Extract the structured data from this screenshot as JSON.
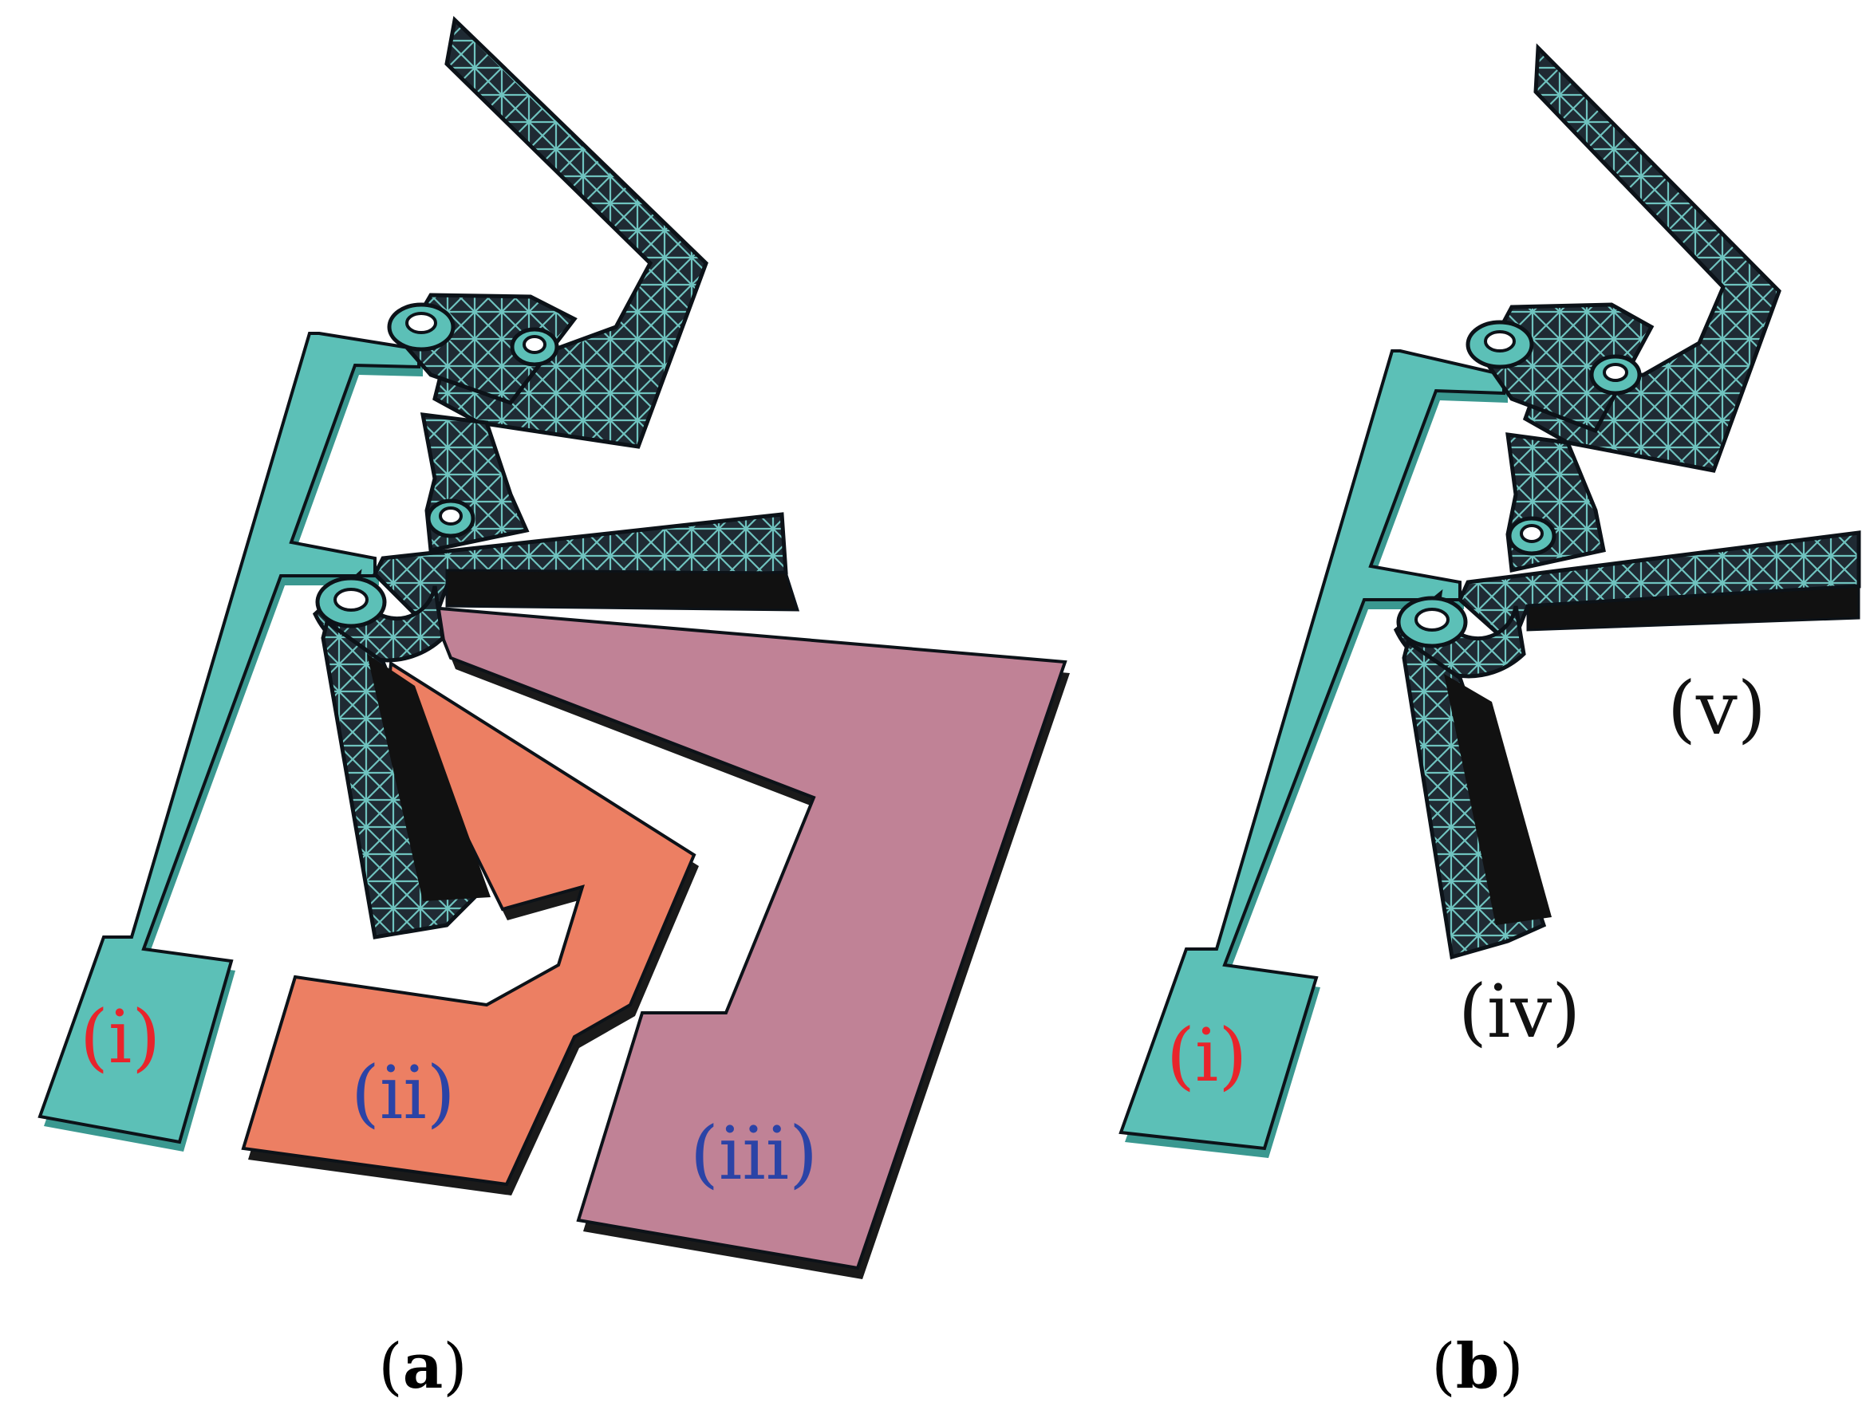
{
  "figure": {
    "panels": [
      {
        "caption_open": "(",
        "caption_letter": "a",
        "caption_close": ")",
        "regions": [
          {
            "label": "(i)",
            "color": "#e8242b"
          },
          {
            "label": "(ii)",
            "color": "#2b43a6"
          },
          {
            "label": "(iii)",
            "color": "#2b43a6"
          }
        ]
      },
      {
        "caption_open": "(",
        "caption_letter": "b",
        "caption_close": ")",
        "regions": [
          {
            "label": "(i)",
            "color": "#e8242b"
          },
          {
            "label": "(iv)",
            "color": "#111111"
          },
          {
            "label": "(v)",
            "color": "#111111"
          }
        ]
      }
    ],
    "colors": {
      "teal": "#5cc0b7",
      "teal_edge": "#3a9890",
      "coral": "#ec7f63",
      "mauve": "#c08296",
      "lattice": "#1f2a33",
      "lattice_line": "#6fc3bf",
      "outline": "#0c1218"
    }
  }
}
